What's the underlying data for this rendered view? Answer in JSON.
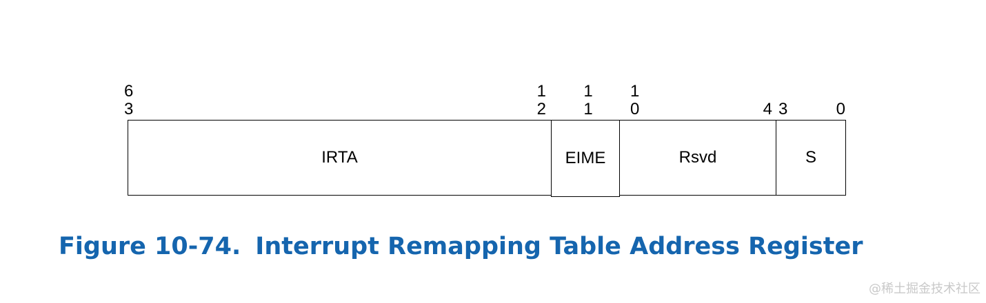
{
  "page": {
    "background": "#FFFFFF"
  },
  "colors": {
    "caption_blue": "#1565AE",
    "watermark_gray": "#C9C9C9",
    "line_black": "#000000"
  },
  "register": {
    "fields": [
      {
        "label": "IRTA"
      },
      {
        "label": "EIME"
      },
      {
        "label": "Rsvd"
      },
      {
        "label": "S"
      }
    ],
    "bit_labels": [
      {
        "name": "63",
        "text": "6\n3"
      },
      {
        "name": "12",
        "text": "1\n2"
      },
      {
        "name": "11",
        "text": "1\n1"
      },
      {
        "name": "10",
        "text": "1\n0"
      },
      {
        "name": "4",
        "text": "4"
      },
      {
        "name": "3",
        "text": "3"
      },
      {
        "name": "0",
        "text": "0"
      }
    ]
  },
  "caption": {
    "figure_label": "Figure 10-74.",
    "title": "Interrupt Remapping Table Address Register"
  },
  "watermark": {
    "text": "@稀土掘金技术社区"
  }
}
